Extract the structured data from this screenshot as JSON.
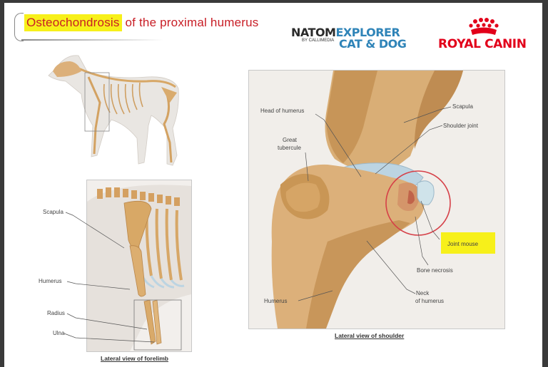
{
  "title": {
    "highlighted": "Osteochondrosis",
    "rest": " of the proximal humerus"
  },
  "logos": {
    "anatom_part1": "NATOM",
    "anatom_part2": "EXPLORER",
    "anatom_by": "BY CALLIMEDIA",
    "anatom_line2": "CAT & DOG",
    "royal_canin": "ROYAL CANIN"
  },
  "forelimb_labels": {
    "scapula": "Scapula",
    "humerus": "Humerus",
    "radius": "Radius",
    "ulna": "Ulna",
    "caption": "Lateral view of forelimb"
  },
  "shoulder_labels": {
    "head_of_humerus": "Head of humerus",
    "great_tubercule_1": "Great",
    "great_tubercule_2": "tubercule",
    "scapula": "Scapula",
    "shoulder_joint": "Shoulder joint",
    "joint_mouse": "Joint mouse",
    "bone_necrosis": "Bone necrosis",
    "neck_1": "Neck",
    "neck_2": "of humerus",
    "humerus": "Humerus",
    "caption": "Lateral view of shoulder"
  },
  "colors": {
    "title_red": "#c81d25",
    "highlight_yellow": "#f7f01a",
    "brand_blue": "#2f84b8",
    "royal_canin_red": "#e2001a",
    "bone": "#d8ad74",
    "cartilage_blue": "#bcd4e2"
  }
}
